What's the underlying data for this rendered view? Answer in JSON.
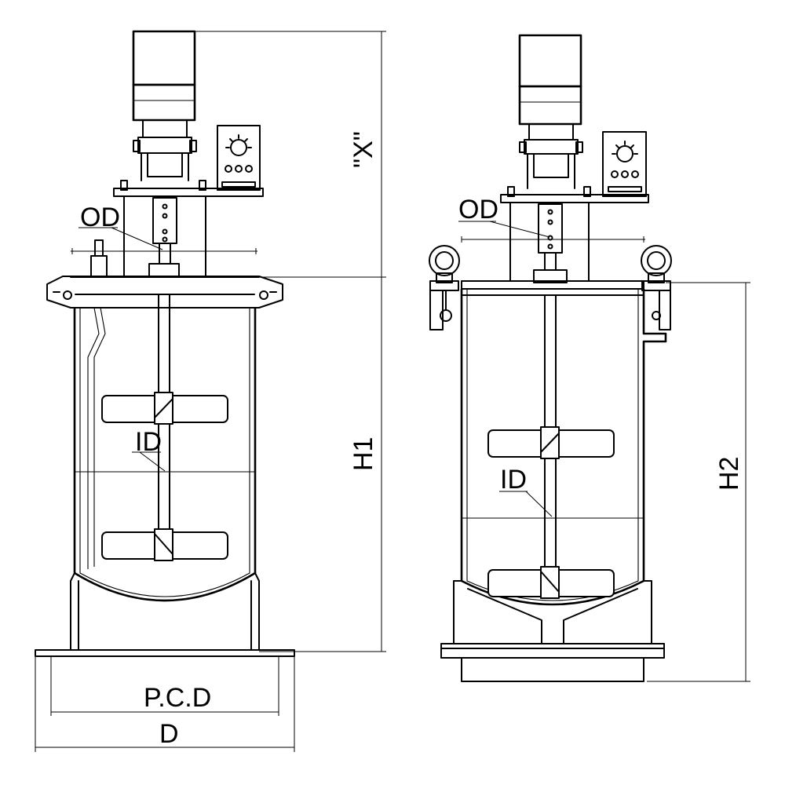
{
  "labels": {
    "left_od": "OD",
    "left_id": "ID",
    "x_dim": "\"X\"",
    "h1": "H1",
    "pcd": "P.C.D",
    "d": "D",
    "right_od": "OD",
    "right_id": "ID",
    "h2": "H2"
  },
  "colors": {
    "line": "#000000",
    "background": "#ffffff"
  }
}
